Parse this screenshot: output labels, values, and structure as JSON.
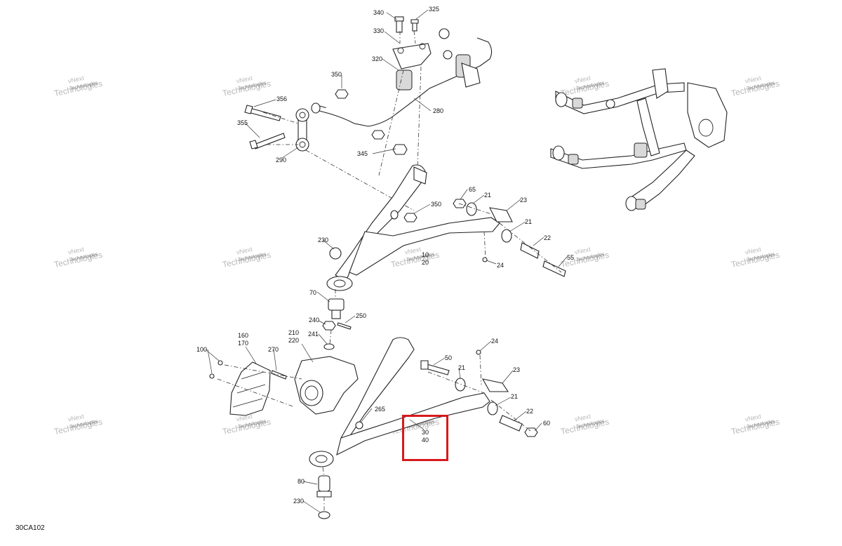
{
  "document_code": "30CA102",
  "highlight_color": "#d7191c",
  "watermark": {
    "line1": "vNext",
    "line2": "Technologies"
  },
  "callouts": [
    {
      "id": "340",
      "text": "340"
    },
    {
      "id": "325",
      "text": "325"
    },
    {
      "id": "330",
      "text": "330"
    },
    {
      "id": "320",
      "text": "320"
    },
    {
      "id": "350a",
      "text": "350"
    },
    {
      "id": "356",
      "text": "356"
    },
    {
      "id": "355",
      "text": "355"
    },
    {
      "id": "280",
      "text": "280"
    },
    {
      "id": "290",
      "text": "290"
    },
    {
      "id": "345",
      "text": "345"
    },
    {
      "id": "65",
      "text": "65"
    },
    {
      "id": "21a",
      "text": "21"
    },
    {
      "id": "23a",
      "text": "23"
    },
    {
      "id": "350b",
      "text": "350"
    },
    {
      "id": "21b",
      "text": "21"
    },
    {
      "id": "22a",
      "text": "22"
    },
    {
      "id": "55",
      "text": "55"
    },
    {
      "id": "24a",
      "text": "24"
    },
    {
      "id": "10",
      "text": "10"
    },
    {
      "id": "20",
      "text": "20"
    },
    {
      "id": "230a",
      "text": "230"
    },
    {
      "id": "70",
      "text": "70"
    },
    {
      "id": "250",
      "text": "250"
    },
    {
      "id": "240",
      "text": "240"
    },
    {
      "id": "241",
      "text": "241"
    },
    {
      "id": "160",
      "text": "160"
    },
    {
      "id": "170",
      "text": "170"
    },
    {
      "id": "210",
      "text": "210"
    },
    {
      "id": "220",
      "text": "220"
    },
    {
      "id": "270",
      "text": "270"
    },
    {
      "id": "100",
      "text": "100"
    },
    {
      "id": "24b",
      "text": "24"
    },
    {
      "id": "50",
      "text": "50"
    },
    {
      "id": "21c",
      "text": "21"
    },
    {
      "id": "23b",
      "text": "23"
    },
    {
      "id": "21d",
      "text": "21"
    },
    {
      "id": "22b",
      "text": "22"
    },
    {
      "id": "60",
      "text": "60"
    },
    {
      "id": "265",
      "text": "265"
    },
    {
      "id": "30",
      "text": "30"
    },
    {
      "id": "40",
      "text": "40"
    },
    {
      "id": "80",
      "text": "80"
    },
    {
      "id": "230b",
      "text": "230"
    }
  ]
}
